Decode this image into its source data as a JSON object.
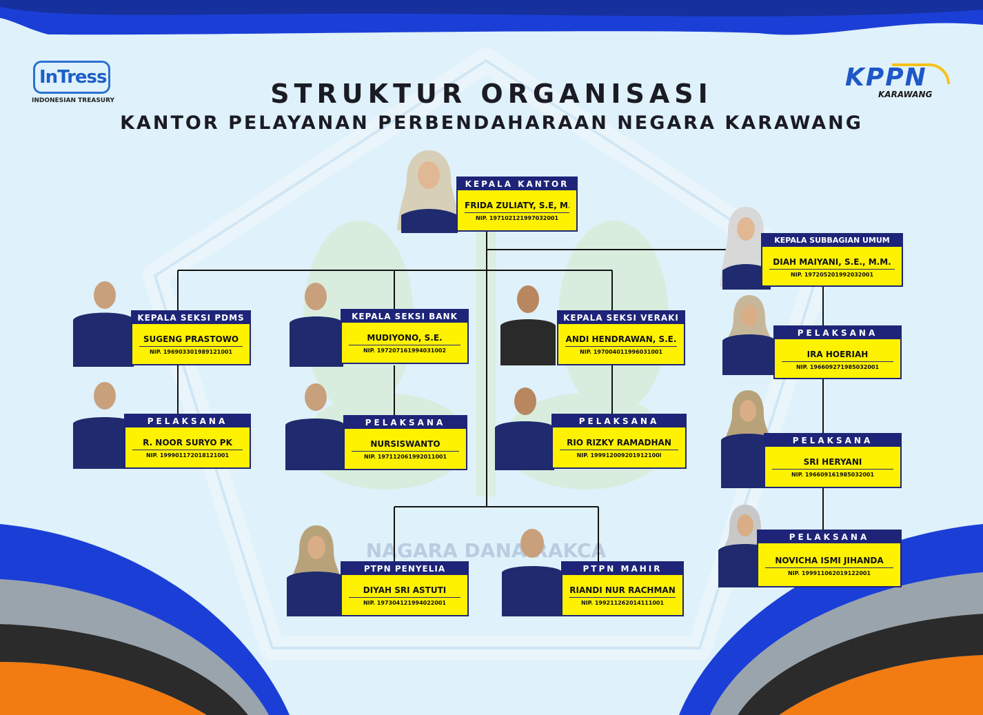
{
  "header": {
    "title": "STRUKTUR ORGANISASI",
    "subtitle": "KANTOR PELAYANAN PERBENDAHARAAN NEGARA KARAWANG"
  },
  "logos": {
    "left_text": "InTress",
    "left_tag": "INDONESIAN TREASURY",
    "right_text": "KPPN",
    "right_tag": "KARAWANG"
  },
  "watermark": {
    "motto": "NAGARA DANA RAKCA"
  },
  "colors": {
    "card_fill": "#fff200",
    "card_title_bg": "#1e2478",
    "uniform": "#1f2b6e",
    "connector": "#111111",
    "band_blue": "#1b3fd6",
    "band_orange": "#f27b12",
    "background": "#dff1fa"
  },
  "staff": {
    "kepala_kantor": {
      "title": "KEPALA KANTOR",
      "name": "FRIDA ZULIATY, S.E, M.SI.",
      "nip": "NIP. 197102121997032001"
    },
    "subbagian_umum": {
      "title": "KEPALA SUBBAGIAN UMUM",
      "name": "DIAH MAIYANI, S.E., M.M.",
      "nip": "NIP. 197205201992032001"
    },
    "pdms": {
      "title": "KEPALA SEKSI PDMS",
      "name": "SUGENG PRASTOWO",
      "nip": "NIP. 196903301989121001"
    },
    "bank": {
      "title": "KEPALA SEKSI BANK",
      "name": "MUDIYONO, S.E.",
      "nip": "NIP. 197207161994031002"
    },
    "veraki": {
      "title": "KEPALA SEKSI VERAKI",
      "name": "ANDI HENDRAWAN, S.E.",
      "nip": "NIP. 197004011996031001"
    },
    "pdms_pelaksana": {
      "title": "PELAKSANA",
      "name": "R. NOOR SURYO PK",
      "nip": "NIP. 199901172018121001"
    },
    "bank_pelaksana": {
      "title": "PELAKSANA",
      "name": "NURSISWANTO",
      "nip": "NIP. 197112061992011001"
    },
    "veraki_pelaksana": {
      "title": "PELAKSANA",
      "name": "RIO RIZKY RAMADHAN",
      "nip": "NIP. 199912009201912100l"
    },
    "umum_pelaksana_1": {
      "title": "PELAKSANA",
      "name": "IRA HOERIAH",
      "nip": "NIP. 196609271985032001"
    },
    "umum_pelaksana_2": {
      "title": "PELAKSANA",
      "name": "SRI HERYANI",
      "nip": "NIP. 196609161985032001"
    },
    "umum_pelaksana_3": {
      "title": "PELAKSANA",
      "name": "NOVICHA ISMI JIHANDA",
      "nip": "NIP. 199911062019122001"
    },
    "ptpn_penyelia": {
      "title": "PTPN PENYELIA",
      "name": "DIYAH SRI ASTUTI",
      "nip": "NIP. 197304121994022001"
    },
    "ptpn_mahir": {
      "title": "PTPN MAHIR",
      "name": "RIANDI NUR RACHMAN",
      "nip": "NIP. 199211262014111001"
    }
  }
}
